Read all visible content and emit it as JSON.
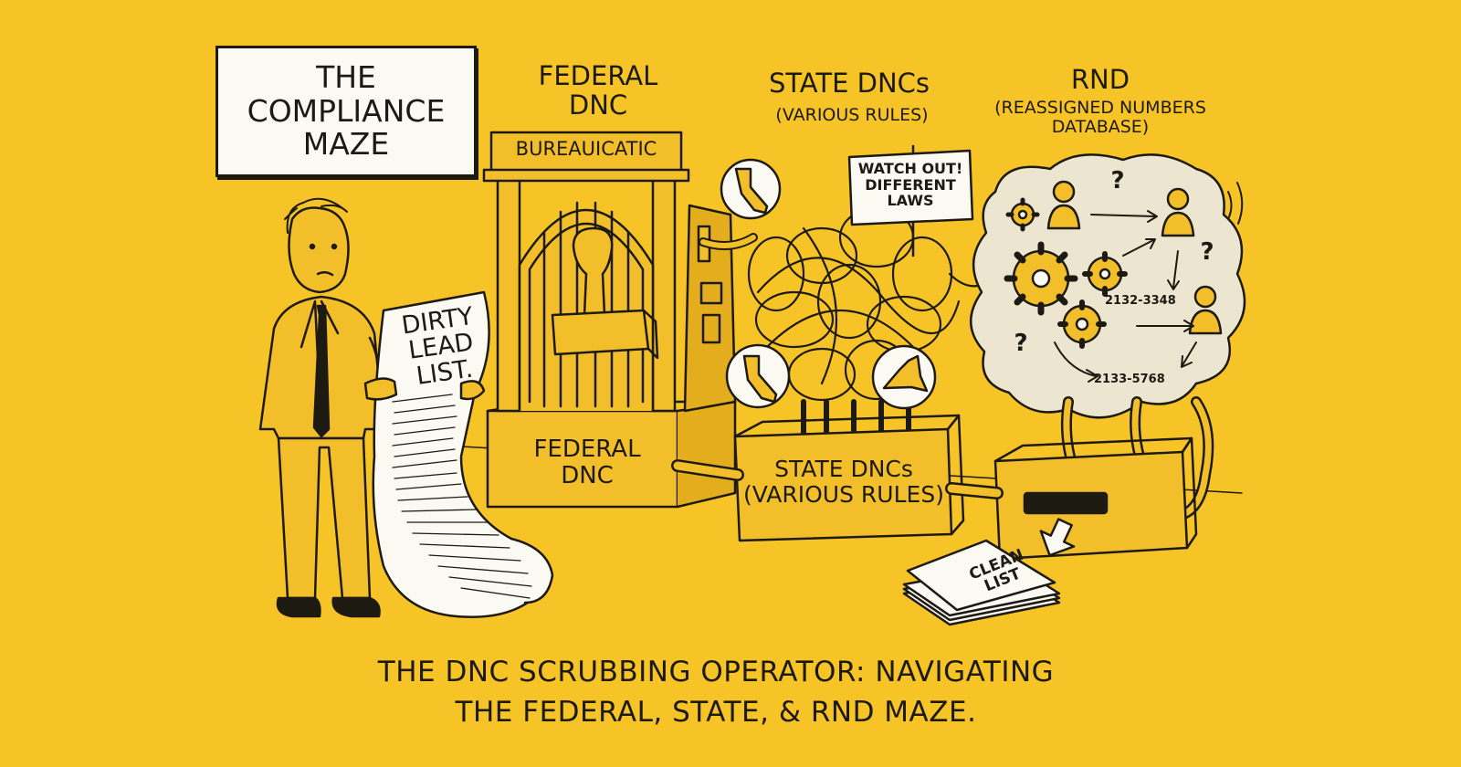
{
  "title": {
    "line1": "THE",
    "line2": "COMPLIANCE",
    "line3": "MAZE"
  },
  "stations": {
    "federal": {
      "header": "FEDERAL\nDNC",
      "banner": "BUREAUICATIC",
      "base": "FEDERAL\nDNC"
    },
    "state": {
      "header": "STATE DNCs",
      "header_sub": "(VARIOUS RULES)",
      "sign": "WATCH OUT!\nDIFFERENT\nLAWS",
      "base": "STATE DNCs\n(VARIOUS RULES)"
    },
    "rnd": {
      "header": "RND",
      "header_sub": "(REASSIGNED NUMBERS\nDATABASE)",
      "number1": "2132-3348",
      "number2": "2133-5768",
      "question_mark": "?"
    }
  },
  "operator": {
    "paper": "DIRTY\nLEAD\nLIST."
  },
  "output": {
    "label": "CLEAN\nLIST"
  },
  "caption": {
    "line1": "THE DNC SCRUBBING OPERATOR: NAVIGATING",
    "line2": "THE FEDERAL, STATE, & RND MAZE."
  },
  "colors": {
    "background": "#F7C428",
    "ink": "#1d1a12",
    "fill": "#F2BE2A",
    "paper": "#fbfaf2",
    "cloud": "#ece6d0"
  },
  "icons": [
    "california-icon",
    "new-york-icon",
    "gear-icon",
    "person-icon",
    "rubber-stamp-icon",
    "arrow-icon"
  ]
}
